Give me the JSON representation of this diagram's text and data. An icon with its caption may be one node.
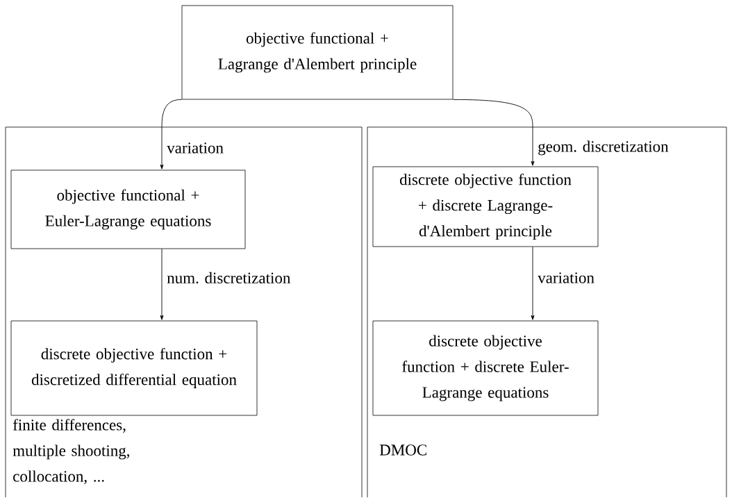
{
  "diagram": {
    "nodes": [
      {
        "text": [
          "objective functional + Lagrange d'Alembert principle"
        ]
      },
      {
        "text": [
          "finite differences, multiple shooting, collocation, ..."
        ]
      },
      {
        "text": [
          "objective functional + Euler-Lagrange equations"
        ],
        "in": 1
      },
      {
        "text": [
          "discrete objective function + discretized differential equation"
        ],
        "in": 1
      },
      {
        "text": [
          "DMOC"
        ]
      },
      {
        "text": [
          "discrete objective function + discrete Lagrange-d'Alembert principle"
        ],
        "in": 4
      },
      {
        "text": [
          "discrete objective function + discrete Euler-Lagrange equations"
        ],
        "in": 4
      }
    ],
    "edges": [
      {
        "from": 0,
        "to": 2,
        "arrow": "to",
        "label": "variation"
      },
      {
        "from": 2,
        "to": 3,
        "arrow": "to",
        "label": "num. discretization"
      },
      {
        "from": 0,
        "to": 5,
        "arrow": "to",
        "label": "geom. discretization"
      },
      {
        "from": 5,
        "to": 6,
        "arrow": "to",
        "label": "variation"
      }
    ]
  }
}
